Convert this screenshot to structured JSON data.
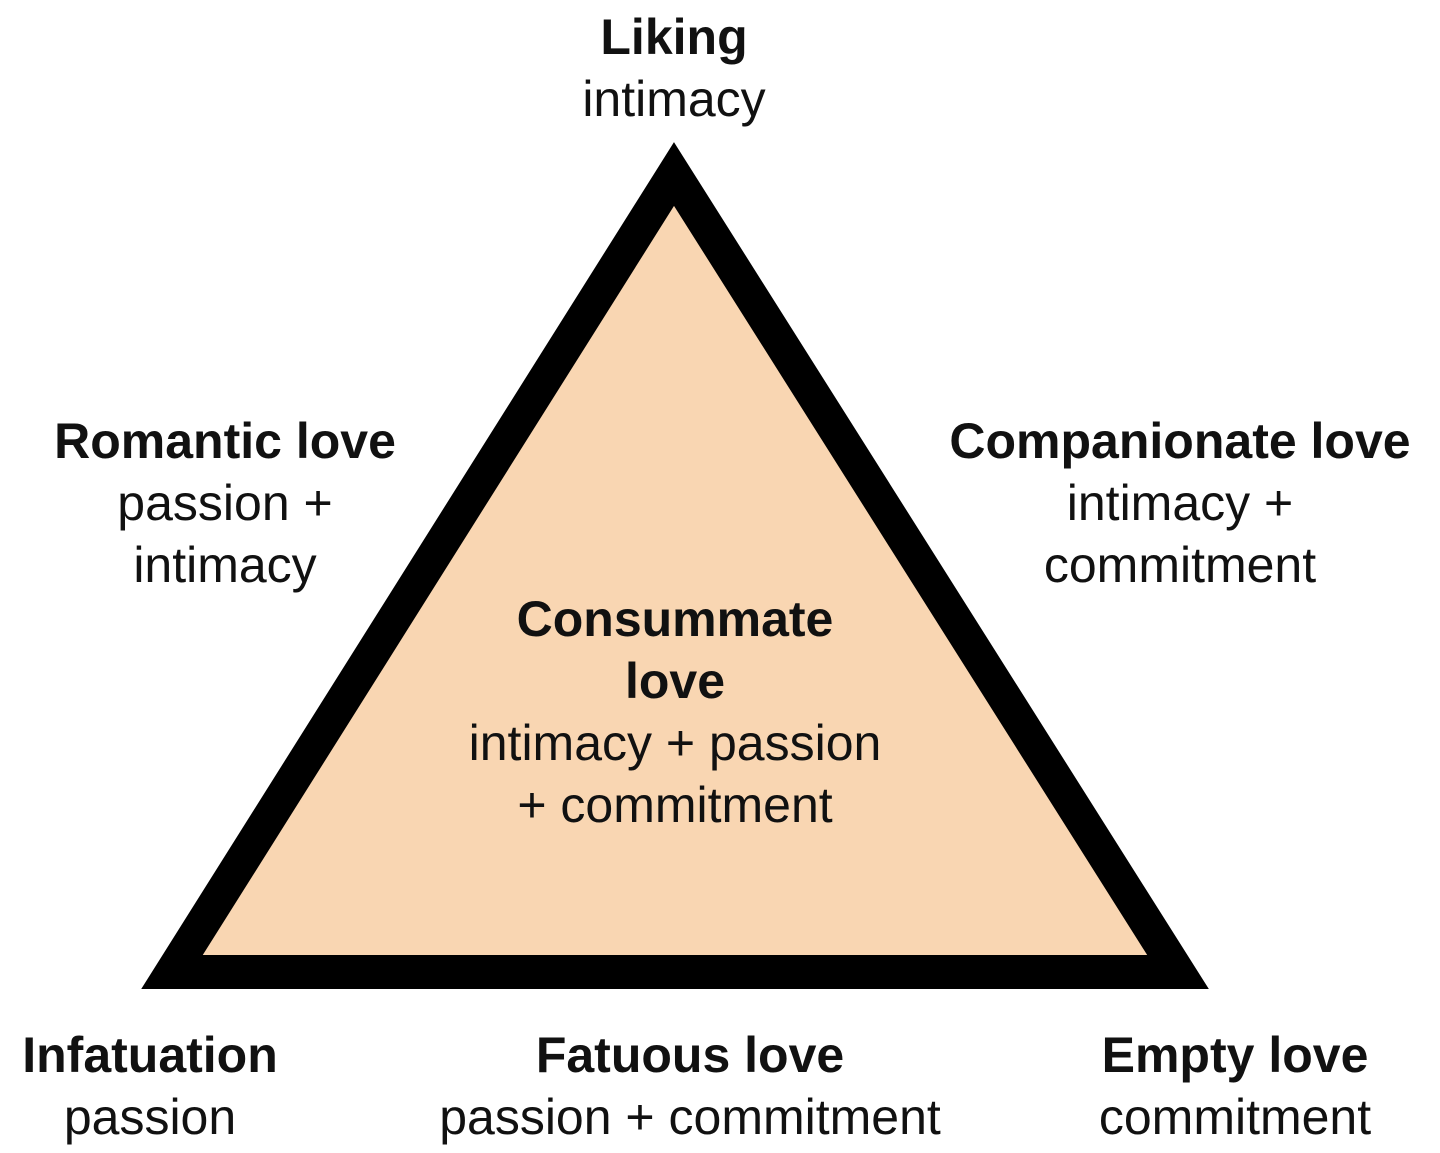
{
  "colors": {
    "triangle_fill": "#f9d6b2",
    "triangle_stroke": "#000000",
    "text": "#111111"
  },
  "nodes": {
    "liking": {
      "title": "Liking",
      "sub": "intimacy"
    },
    "romantic": {
      "title": "Romantic love",
      "sub_line1": "passion +",
      "sub_line2": "intimacy"
    },
    "companionate": {
      "title": "Companionate love",
      "sub_line1": "intimacy +",
      "sub_line2": "commitment"
    },
    "consummate": {
      "title_line1": "Consummate",
      "title_line2": "love",
      "sub_line1": "intimacy + passion",
      "sub_line2": "+ commitment"
    },
    "infatuation": {
      "title": "Infatuation",
      "sub": "passion"
    },
    "fatuous": {
      "title": "Fatuous love",
      "sub": "passion + commitment"
    },
    "empty": {
      "title": "Empty love",
      "sub": "commitment"
    }
  }
}
